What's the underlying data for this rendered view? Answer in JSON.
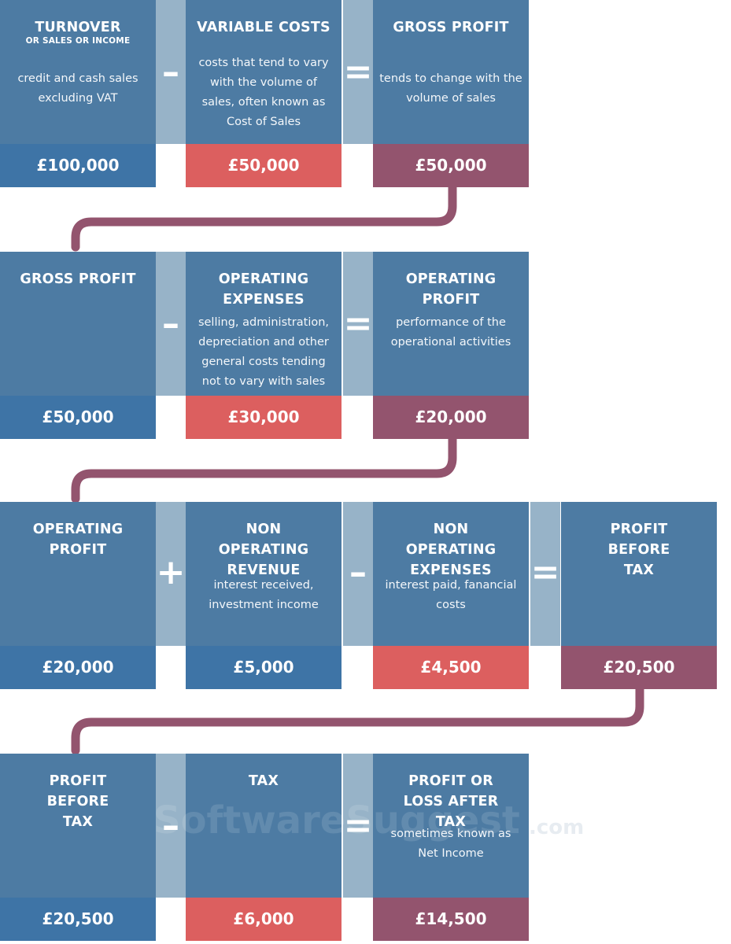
{
  "colors": {
    "card_blue": "#4d7ba3",
    "turnover_value": "#3e74a6",
    "cost_value": "#dc5f5f",
    "result_value": "#93546e",
    "operator_bar": "#97b3c8",
    "connector": "#93546e"
  },
  "rows": [
    {
      "items": [
        {
          "title": "TURNOVER",
          "subtitle": "OR SALES OR INCOME",
          "desc": "credit and cash sales excluding VAT",
          "value": "£100,000",
          "kind": "turnover"
        },
        {
          "op": "–"
        },
        {
          "title": "VARIABLE COSTS",
          "desc": "costs that tend to vary with the volume of sales, often known as Cost of Sales",
          "value": "£50,000",
          "kind": "cost"
        },
        {
          "op": "="
        },
        {
          "title": "GROSS PROFIT",
          "desc": "tends to change with the volume of sales",
          "value": "£50,000",
          "kind": "result"
        }
      ]
    },
    {
      "items": [
        {
          "title": "GROSS PROFIT",
          "desc": "",
          "value": "£50,000",
          "kind": "turnover"
        },
        {
          "op": "–"
        },
        {
          "title": "OPERATING EXPENSES",
          "desc": "selling, administration, depreciation and other general costs tending not to vary with sales",
          "value": "£30,000",
          "kind": "cost"
        },
        {
          "op": "="
        },
        {
          "title": "OPERATING PROFIT",
          "desc": "performance of the operational activities",
          "value": "£20,000",
          "kind": "result"
        }
      ]
    },
    {
      "items": [
        {
          "title": "OPERATING PROFIT",
          "desc": "",
          "value": "£20,000",
          "kind": "turnover"
        },
        {
          "op": "+"
        },
        {
          "title": "NON OPERATING REVENUE",
          "desc": "interest received, investment income",
          "value": "£5,000",
          "kind": "turnover"
        },
        {
          "op": "–"
        },
        {
          "title": "NON OPERATING EXPENSES",
          "desc": "interest paid, fanancial costs",
          "value": "£4,500",
          "kind": "cost"
        },
        {
          "op": "="
        },
        {
          "title": "PROFIT BEFORE TAX",
          "desc": "",
          "value": "£20,500",
          "kind": "result"
        }
      ]
    },
    {
      "items": [
        {
          "title": "PROFIT BEFORE TAX",
          "desc": "",
          "value": "£20,500",
          "kind": "turnover"
        },
        {
          "op": "–"
        },
        {
          "title": "TAX",
          "desc": "",
          "value": "£6,000",
          "kind": "cost"
        },
        {
          "op": "="
        },
        {
          "title": "PROFIT OR LOSS AFTER TAX",
          "desc": "sometimes known as Net Income",
          "value": "£14,500",
          "kind": "result"
        }
      ]
    }
  ],
  "watermark": "SoftwareSuggest",
  "watermark_suffix": ".com"
}
